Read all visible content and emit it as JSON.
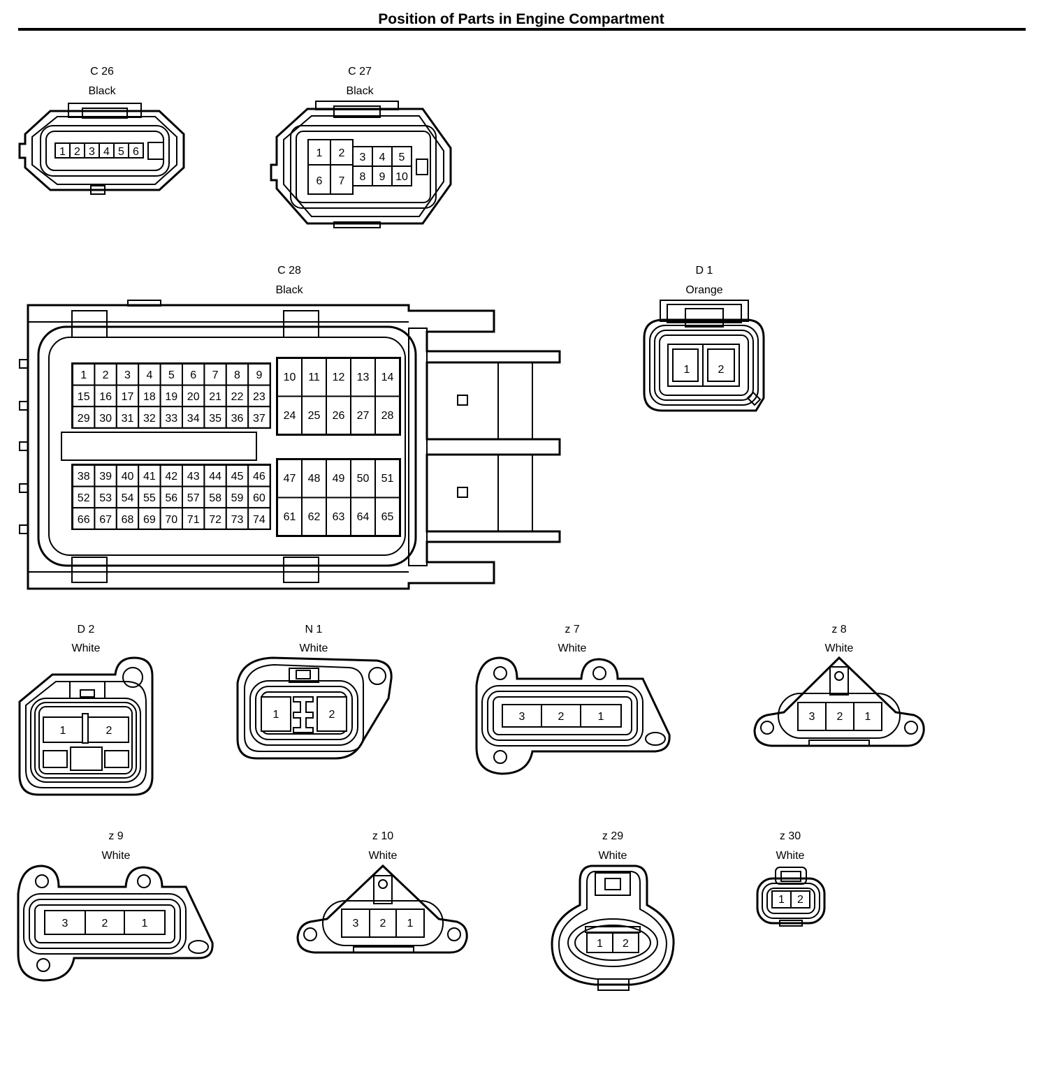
{
  "title": "Position of Parts in Engine Compartment",
  "connectors": {
    "c26": {
      "name": "C 26",
      "color": "Black",
      "pins": [
        "1",
        "2",
        "3",
        "4",
        "5",
        "6"
      ]
    },
    "c27": {
      "name": "C 27",
      "color": "Black",
      "pins": [
        "1",
        "2",
        "3",
        "4",
        "5",
        "6",
        "7",
        "8",
        "9",
        "10"
      ]
    },
    "c28": {
      "name": "C 28",
      "color": "Black",
      "pins": [
        "1",
        "2",
        "3",
        "4",
        "5",
        "6",
        "7",
        "8",
        "9",
        "10",
        "11",
        "12",
        "13",
        "14",
        "15",
        "16",
        "17",
        "18",
        "19",
        "20",
        "21",
        "22",
        "23",
        "24",
        "25",
        "26",
        "27",
        "28",
        "29",
        "30",
        "31",
        "32",
        "33",
        "34",
        "35",
        "36",
        "37",
        "38",
        "39",
        "40",
        "41",
        "42",
        "43",
        "44",
        "45",
        "46",
        "47",
        "48",
        "49",
        "50",
        "51",
        "52",
        "53",
        "54",
        "55",
        "56",
        "57",
        "58",
        "59",
        "60",
        "61",
        "62",
        "63",
        "64",
        "65",
        "66",
        "67",
        "68",
        "69",
        "70",
        "71",
        "72",
        "73",
        "74"
      ]
    },
    "d1": {
      "name": "D 1",
      "color": "Orange",
      "pins": [
        "1",
        "2"
      ]
    },
    "d2": {
      "name": "D 2",
      "color": "White",
      "pins": [
        "1",
        "2"
      ]
    },
    "n1": {
      "name": "N 1",
      "color": "White",
      "pins": [
        "1",
        "2"
      ]
    },
    "z7": {
      "name": "z 7",
      "color": "White",
      "pins": [
        "3",
        "2",
        "1"
      ]
    },
    "z8": {
      "name": "z 8",
      "color": "White",
      "pins": [
        "3",
        "2",
        "1"
      ]
    },
    "z9": {
      "name": "z 9",
      "color": "White",
      "pins": [
        "3",
        "2",
        "1"
      ]
    },
    "z10": {
      "name": "z 10",
      "color": "White",
      "pins": [
        "3",
        "2",
        "1"
      ]
    },
    "z29": {
      "name": "z 29",
      "color": "White",
      "pins": [
        "1",
        "2"
      ]
    },
    "z30": {
      "name": "z 30",
      "color": "White",
      "pins": [
        "1",
        "2"
      ]
    }
  }
}
